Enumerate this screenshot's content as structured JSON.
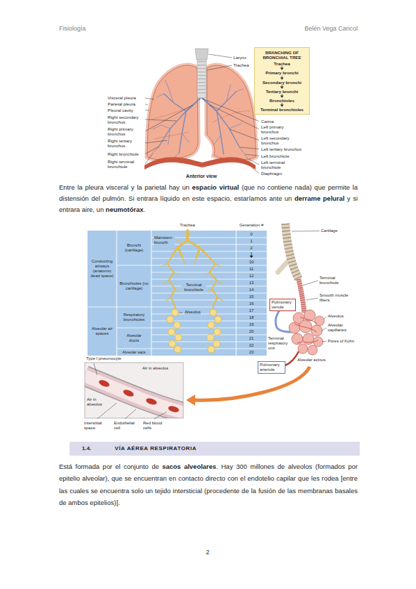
{
  "diagram": {
    "nodes": [
      {
        "text": [
          "BRANCHING OF BRONCHIAL TREE",
          "Trachea",
          "Primary bronchi",
          "Secondary bronchi",
          "Tertiary bronchi",
          "Bronchioles",
          "Terminal bronchioles"
        ]
      },
      {
        "text": [
          "Pulmonary venule"
        ]
      },
      {
        "text": [
          "Pulmonary arteriole"
        ]
      },
      {
        "text": [
          "1.4.",
          "VÍA AÉREA RESPIRATORIA"
        ]
      }
    ],
    "labels": [
      "Fisiología",
      "Belén Vega Caricol",
      "Larynx",
      "Trachea",
      "Visceral pleura",
      "Parietal pleura",
      "Pleural cavity",
      "Right secondary bronchus",
      "Right primary bronchus",
      "Right tertiary bronchus",
      "Right bronchiole",
      "Right terminal bronchiole",
      "Carina",
      "Left primary bronchus",
      "Left secondary bronchus",
      "Left tertiary bronchus",
      "Left bronchiole",
      "Left terminal bronchiole",
      "Diaphragm",
      "Anterior view",
      "Entre la pleura visceral y la parietal hay un",
      "espacio virtual",
      "(que no contiene nada) que permite la distensión del pulmón. Si entrara líquido en este espacio, estaríamos ante un",
      "derrame pelural",
      "y si entrara aire, un",
      "neumotórax",
      ".",
      "Trachea",
      "Generation #",
      "0",
      "1",
      "2",
      "10",
      "11",
      "12",
      "13",
      "14",
      "15",
      "16",
      "17",
      "18",
      "19",
      "20",
      "21",
      "22",
      "23",
      "Conducting airways (anatomic dead space)",
      "Alveolar air spaces",
      "Bronchi (cartilage)",
      "Bronchioles (no cartilage)",
      "Respiratory bronchioles",
      "Alveolar ducts",
      "Alveolar sacs",
      "Mainstem bronchi",
      "Terminal bronchiole",
      "Alveolus",
      "Cartilage",
      "Terminal bronchiole",
      "Smooth muscle fibers",
      "Alveolus",
      "Alveolar capillaries",
      "Pores of Kohn",
      "Terminal respiratory unit",
      "Alveolar acinus",
      "Type I pneumocyte",
      "Air in alveolus",
      "Air in alveolus",
      "Interstitial space",
      "Endothelial cell",
      "Red blood cells",
      "Está formada por el conjunto de",
      "sacos alveolares",
      ". Hay 300 millones de alveolos (formados por epitelio alveolar), que se encuentran en contacto directo con el endotelio capilar que les rodea [entre las cuales se encuentra solo un tejido intersticial (procedente de la fusión de las membranas basales de ambos epitelios)].",
      "2"
    ]
  }
}
